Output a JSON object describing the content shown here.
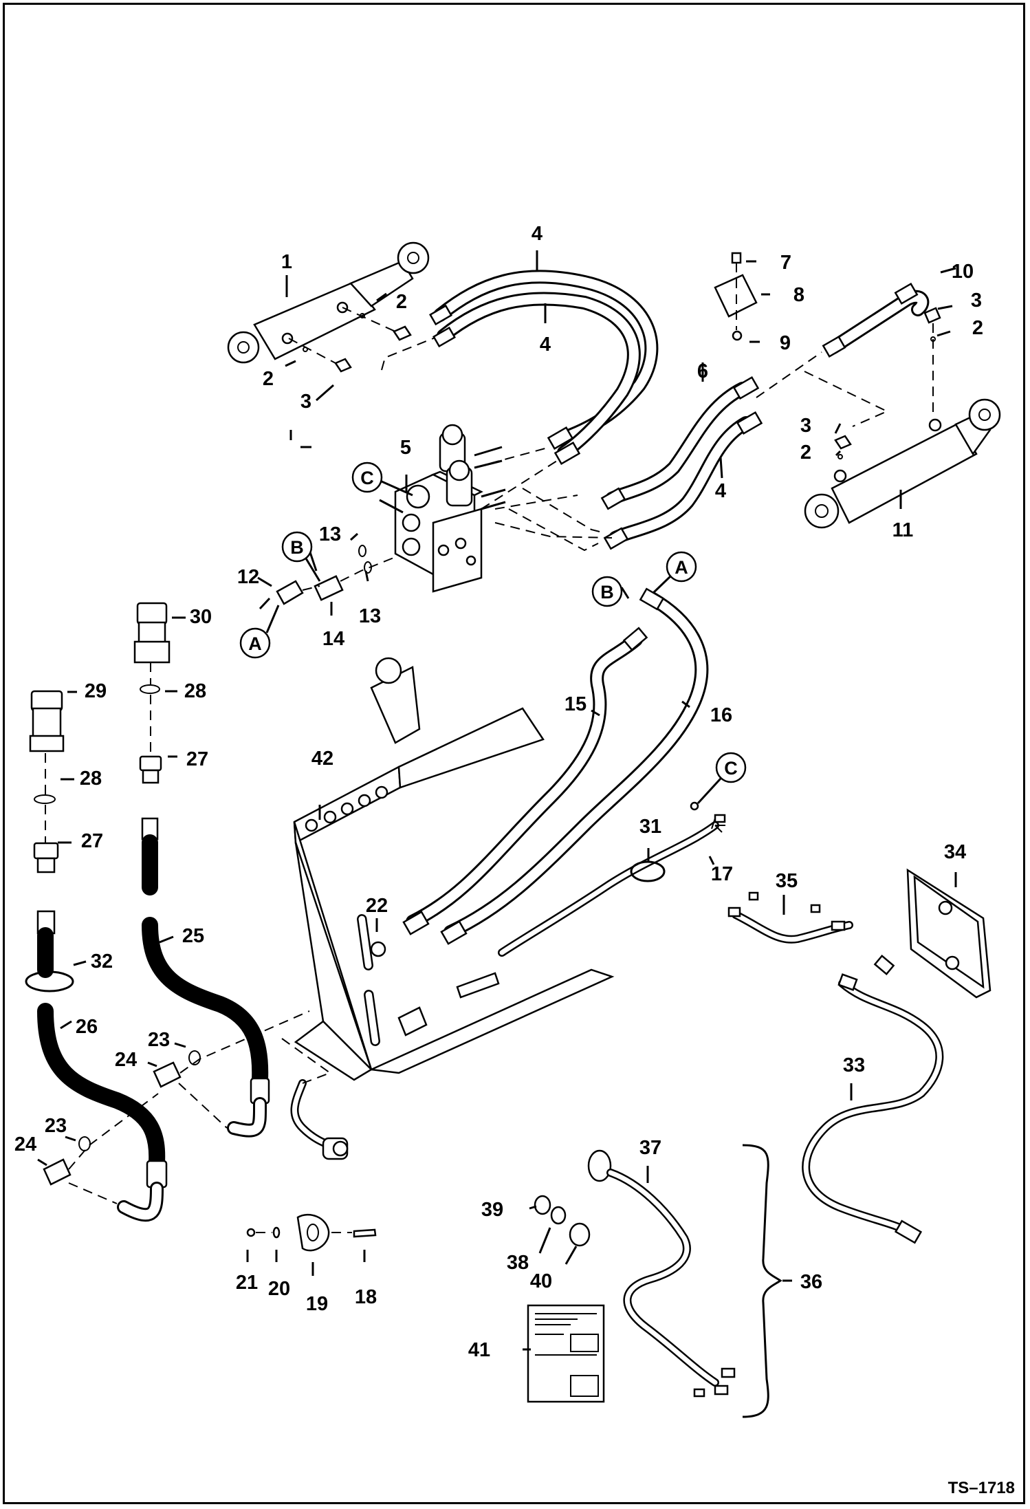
{
  "drawing_number": "TS–1718",
  "reference_markers": [
    "A",
    "B",
    "C"
  ],
  "callouts": [
    {
      "id": "1",
      "text": "1"
    },
    {
      "id": "2",
      "text": "2"
    },
    {
      "id": "3",
      "text": "3"
    },
    {
      "id": "4",
      "text": "4"
    },
    {
      "id": "5",
      "text": "5"
    },
    {
      "id": "6",
      "text": "6"
    },
    {
      "id": "7",
      "text": "7"
    },
    {
      "id": "8",
      "text": "8"
    },
    {
      "id": "9",
      "text": "9"
    },
    {
      "id": "10",
      "text": "10"
    },
    {
      "id": "11",
      "text": "11"
    },
    {
      "id": "12",
      "text": "12"
    },
    {
      "id": "13",
      "text": "13"
    },
    {
      "id": "14",
      "text": "14"
    },
    {
      "id": "15",
      "text": "15"
    },
    {
      "id": "16",
      "text": "16"
    },
    {
      "id": "17",
      "text": "17"
    },
    {
      "id": "18",
      "text": "18"
    },
    {
      "id": "19",
      "text": "19"
    },
    {
      "id": "20",
      "text": "20"
    },
    {
      "id": "21",
      "text": "21"
    },
    {
      "id": "22",
      "text": "22"
    },
    {
      "id": "23",
      "text": "23"
    },
    {
      "id": "24",
      "text": "24"
    },
    {
      "id": "25",
      "text": "25"
    },
    {
      "id": "26",
      "text": "26"
    },
    {
      "id": "27",
      "text": "27"
    },
    {
      "id": "28",
      "text": "28"
    },
    {
      "id": "29",
      "text": "29"
    },
    {
      "id": "30",
      "text": "30"
    },
    {
      "id": "31",
      "text": "31"
    },
    {
      "id": "32",
      "text": "32"
    },
    {
      "id": "33",
      "text": "33"
    },
    {
      "id": "34",
      "text": "34"
    },
    {
      "id": "35",
      "text": "35"
    },
    {
      "id": "36",
      "text": "36"
    },
    {
      "id": "37",
      "text": "37"
    },
    {
      "id": "38",
      "text": "38"
    },
    {
      "id": "39",
      "text": "39"
    },
    {
      "id": "40",
      "text": "40"
    },
    {
      "id": "41",
      "text": "41"
    },
    {
      "id": "42",
      "text": "42"
    }
  ]
}
